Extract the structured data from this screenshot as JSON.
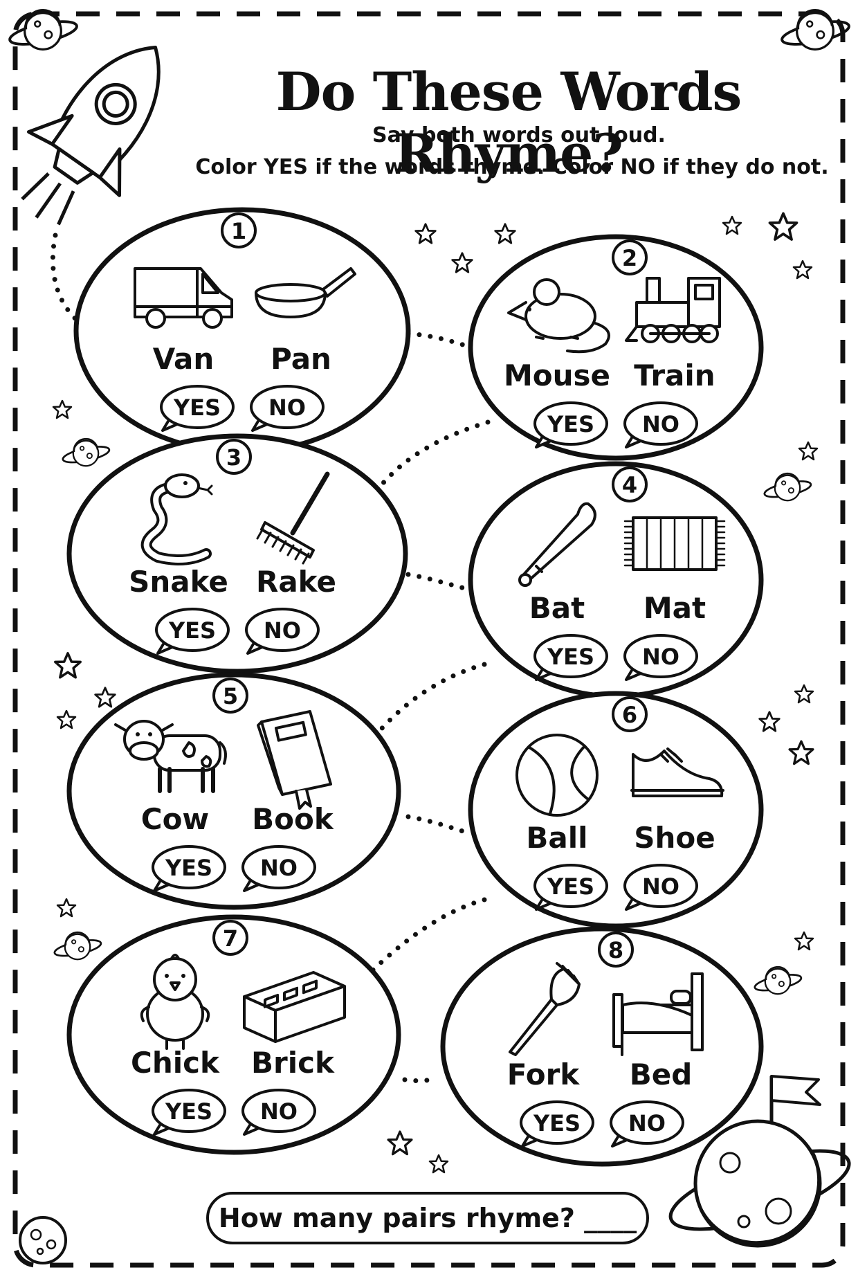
{
  "title": "Do These Words Rhyme?",
  "instructions": [
    "Say both words out loud.",
    "Color YES if the words rhyme. Color NO if they do not."
  ],
  "choice_labels": {
    "yes": "YES",
    "no": "NO"
  },
  "pairs": [
    {
      "number": "1",
      "word1": "Van",
      "word2": "Pan",
      "icon1": "van-icon",
      "icon2": "frying-pan-icon"
    },
    {
      "number": "2",
      "word1": "Mouse",
      "word2": "Train",
      "icon1": "mouse-icon",
      "icon2": "train-icon"
    },
    {
      "number": "3",
      "word1": "Snake",
      "word2": "Rake",
      "icon1": "snake-icon",
      "icon2": "rake-icon"
    },
    {
      "number": "4",
      "word1": "Bat",
      "word2": "Mat",
      "icon1": "baseball-bat-icon",
      "icon2": "mat-icon"
    },
    {
      "number": "5",
      "word1": "Cow",
      "word2": "Book",
      "icon1": "cow-icon",
      "icon2": "book-icon"
    },
    {
      "number": "6",
      "word1": "Ball",
      "word2": "Shoe",
      "icon1": "ball-icon",
      "icon2": "shoe-icon"
    },
    {
      "number": "7",
      "word1": "Chick",
      "word2": "Brick",
      "icon1": "chick-icon",
      "icon2": "brick-icon"
    },
    {
      "number": "8",
      "word1": "Fork",
      "word2": "Bed",
      "icon1": "fork-icon",
      "icon2": "bed-icon"
    }
  ],
  "answer_prompt": "How many pairs rhyme? ____",
  "decorations": [
    "rocket-icon",
    "planet-icon",
    "star-icon",
    "flag-icon"
  ]
}
